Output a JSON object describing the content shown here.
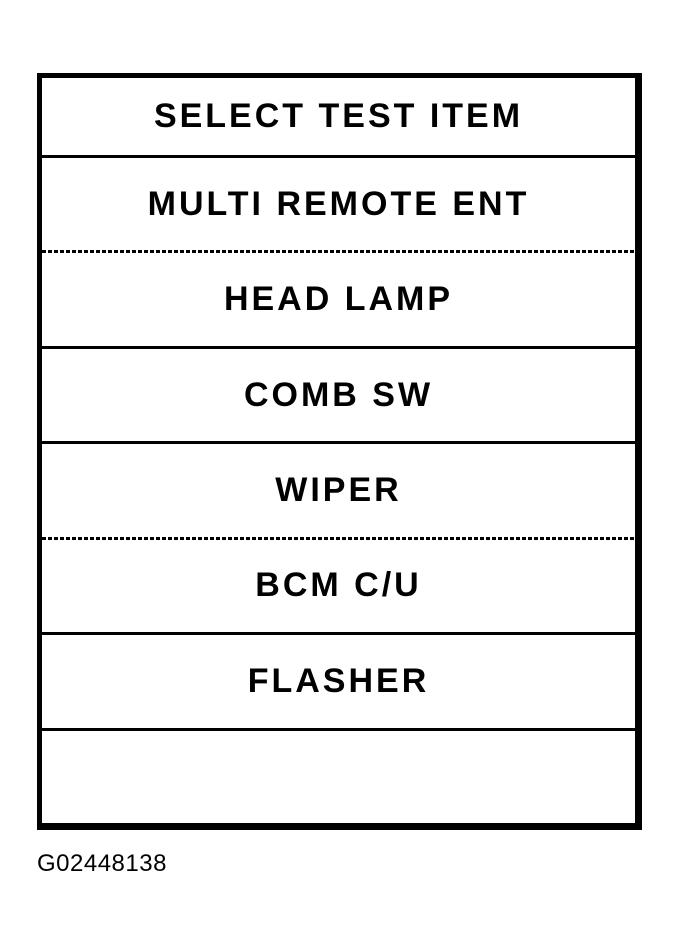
{
  "menu": {
    "title": "SELECT TEST ITEM",
    "items": [
      {
        "label": "MULTI REMOTE ENT",
        "divider_above": "solid"
      },
      {
        "label": "HEAD LAMP",
        "divider_above": "dotted"
      },
      {
        "label": "COMB SW",
        "divider_above": "solid"
      },
      {
        "label": "WIPER",
        "divider_above": "solid"
      },
      {
        "label": "BCM C/U",
        "divider_above": "dotted"
      },
      {
        "label": "FLASHER",
        "divider_above": "solid"
      },
      {
        "label": "",
        "divider_above": "solid"
      }
    ]
  },
  "figure_id": "G02448138",
  "colors": {
    "foreground": "#000000",
    "background": "#ffffff"
  }
}
